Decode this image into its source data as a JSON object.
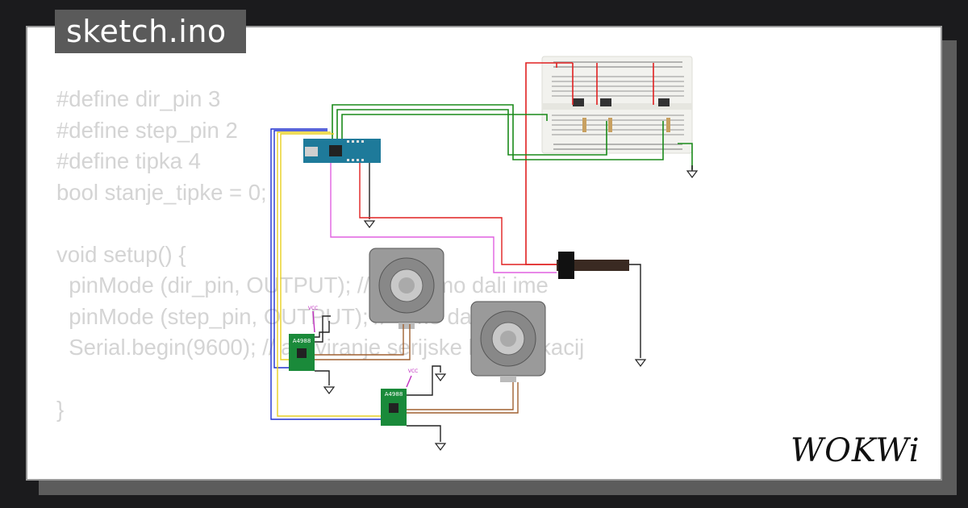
{
  "file_tab": {
    "name": "sketch.ino"
  },
  "code_lines": [
    "#define dir_pin 3",
    "#define step_pin 2",
    "#define tipka 4",
    "bool stanje_tipke = 0;",
    "",
    "void setup() {",
    "  pinMode (dir_pin, OUTPUT); // pin2 smo dali ime",
    "  pinMode (step_pin, OUTPUT); //  smo dali ime",
    "  Serial.begin(9600); // aktiviranje serijske komunikacij",
    "",
    "}"
  ],
  "circuit": {
    "driver_label_1": "A4988",
    "driver_label_2": "A4988",
    "vcc_label_1": "VCC",
    "vcc_label_2": "VCC"
  },
  "brand": {
    "name": "WOKWi"
  },
  "colors": {
    "background": "#1b1b1d",
    "card": "#ffffff",
    "tab": "#5a5a5a",
    "code_text": "#d4d4d4"
  }
}
